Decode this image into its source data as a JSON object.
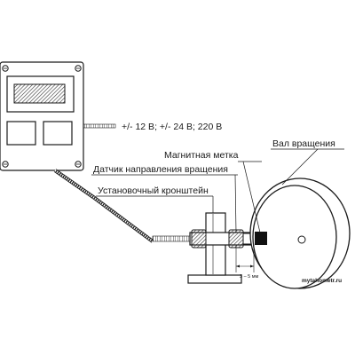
{
  "labels": {
    "voltage": "+/- 12 В; +/- 24 В; 220 В",
    "shaft": "Вал вращения",
    "magnetic_mark": "Магнитная метка",
    "direction_sensor": "Датчик направления вращения",
    "bracket": "Установочный кронштейн",
    "gap": "3 – 5 мм",
    "website": "mytahometr.ru"
  },
  "colors": {
    "line": "#1a1a1a",
    "panel_fill": "#ffffff",
    "display_fill": "#333333",
    "sensor_fill": "#555555",
    "mark_fill": "#111111"
  }
}
